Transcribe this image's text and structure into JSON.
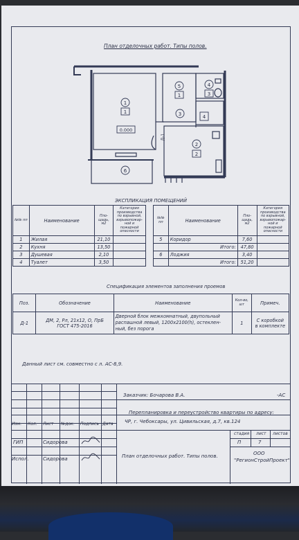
{
  "plan_title": "План отделочных работ. Типы полов.",
  "plan": {
    "room_labels": [
      {
        "num": "1",
        "type": "1",
        "mark": "0.000"
      },
      {
        "num": "2",
        "type": "2"
      },
      {
        "num": "3"
      },
      {
        "num": "4",
        "type": "3"
      },
      {
        "num": "5",
        "type": "1"
      },
      {
        "num": "6"
      }
    ],
    "door_label": "Д-1",
    "extra_type": "4"
  },
  "explication": {
    "title": "ЭКСПЛИКАЦИЯ ПОМЕЩЕНИЙ",
    "headers": {
      "num": "№№ пп",
      "name": "Наименование",
      "area": "Пло- щадь, м2",
      "category": "Категория производства по взрывной, взрывопожар- ной и пожарной опасности"
    },
    "left_rows": [
      {
        "num": "1",
        "name": "Жилая",
        "area": "21,10"
      },
      {
        "num": "2",
        "name": "Кухня",
        "area": "13,50"
      },
      {
        "num": "3",
        "name": "Душевая",
        "area": "2,10"
      },
      {
        "num": "4",
        "name": "Туалет",
        "area": "3,50"
      }
    ],
    "right_rows": [
      {
        "num": "5",
        "name": "Коридор",
        "area": "7,60"
      },
      {
        "num": "",
        "name": "Итого:",
        "area": "47,80"
      },
      {
        "num": "6",
        "name": "Лоджия",
        "area": "3,40"
      },
      {
        "num": "",
        "name": "Итого:",
        "area": "51,20"
      }
    ]
  },
  "spec": {
    "title": "Спецификация элементов заполнения проемов",
    "headers": {
      "pos": "Поз.",
      "designation": "Обозначение",
      "name": "Наименование",
      "qty": "Кол-во, шт",
      "note": "Примеч."
    },
    "row": {
      "pos": "Д-1",
      "designation_1": "ДМ, 2, Рл, 21х12, О, ПрБ",
      "designation_2": "ГОСТ 475-2016",
      "name_1": "Дверной блок межкомнатный, двупольный",
      "name_2": "распашной левый, 1200х2100(h), остеклен-",
      "name_3": "ный, без порога",
      "qty": "1",
      "note_1": "С коробкой",
      "note_2": "в комплекте"
    }
  },
  "note": "Данный лист см. совместно с л. АС-8,9.",
  "title_block": {
    "customer": "Заказчик: Бочарова В.А.",
    "code": "-АС",
    "project_1": "Перепланировка и переустройство квартиры по адресу:",
    "project_2": "ЧР, г. Чебоксары, ул. Цивильская, д.7, кв.124",
    "col_headers": {
      "izm": "Изм.",
      "kol": "Кол.",
      "list": "Лист",
      "doc": "№док.",
      "sign": "Подпись",
      "date": "Дата"
    },
    "stage_headers": {
      "stage": "стадия",
      "sheet": "лист",
      "sheets": "листов"
    },
    "stage_values": {
      "stage": "П",
      "sheet": "7",
      "sheets": ""
    },
    "gip_label": "ГИП",
    "gip_name": "Сидорова",
    "ispol_label": "Испол.",
    "ispol_name": "Сидорова",
    "sheet_name": "План отделочных работ. Типы полов.",
    "company_1": "ООО",
    "company_2": "\"РегионСтройПроект\""
  },
  "colors": {
    "ink": "#2a2f45",
    "paper": "#e9eaee",
    "background": "#2b2d31"
  }
}
